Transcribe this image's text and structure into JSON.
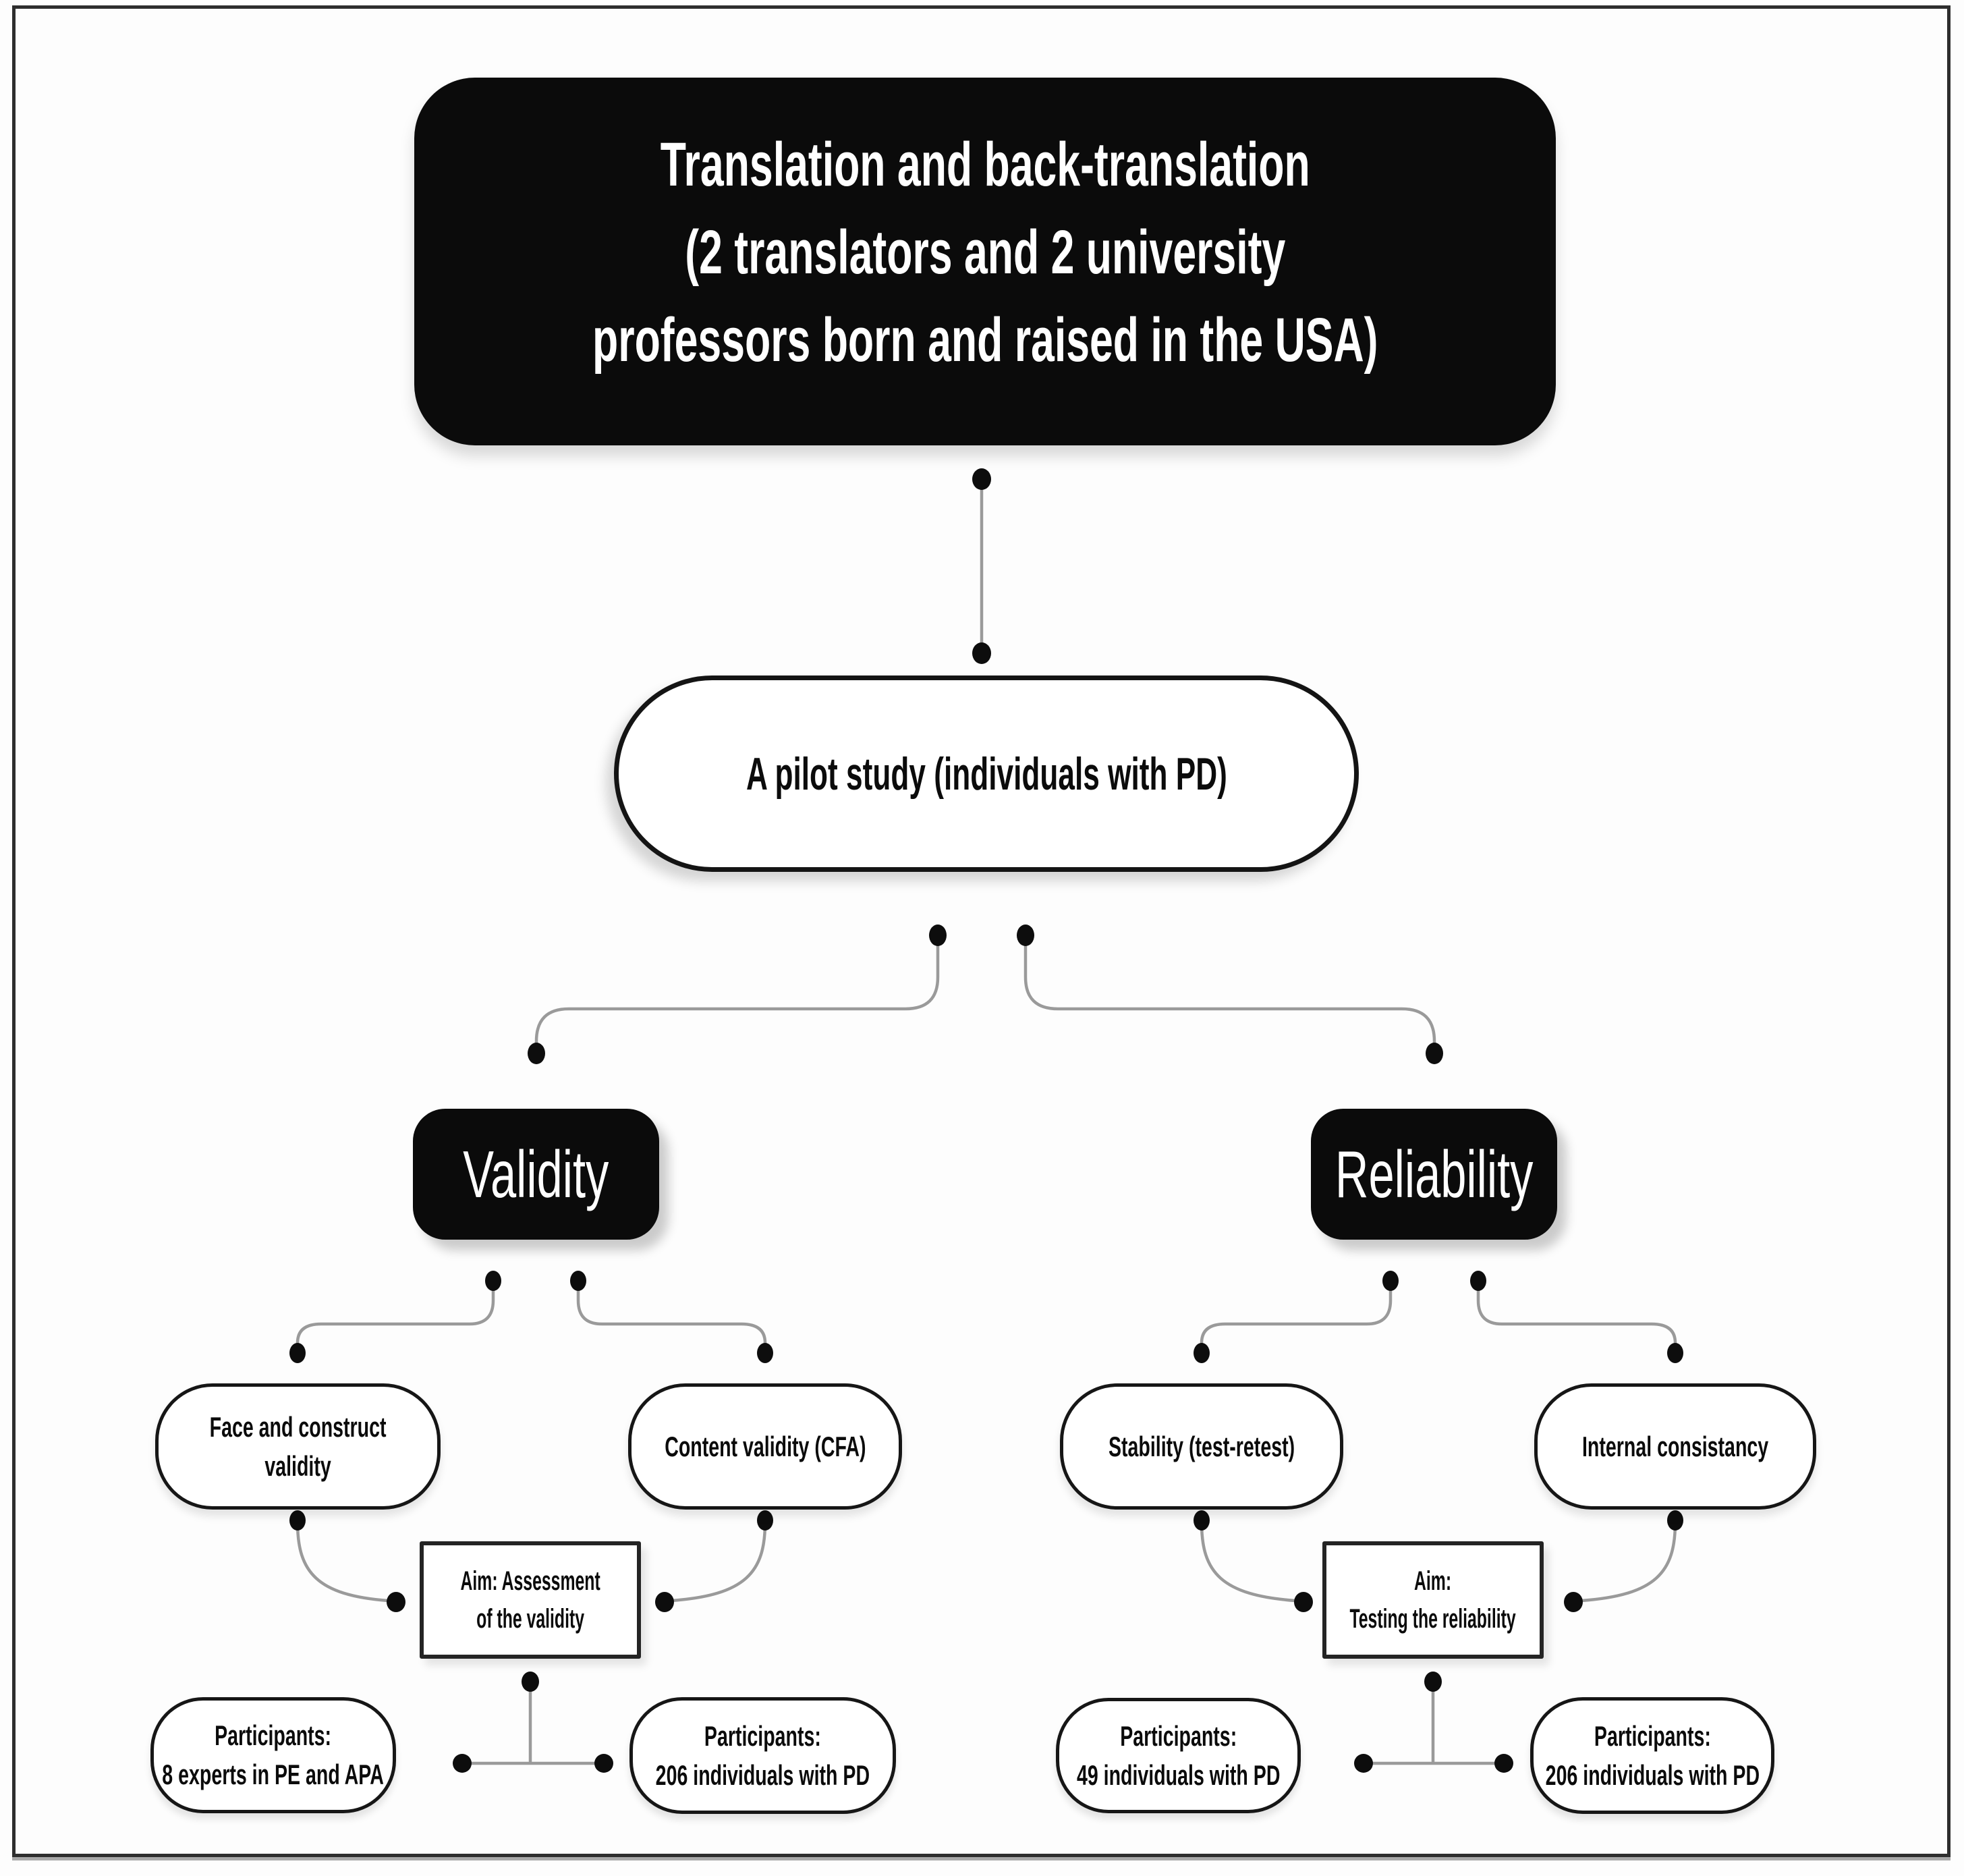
{
  "colors": {
    "background": "#fdfdfd",
    "frame_border": "#2e2e2e",
    "node_black": "#0b0b0b",
    "node_white": "#ffffff",
    "outline": "#161616",
    "wire_gray": "#9a9a9a",
    "dot_black": "#0d0d0d"
  },
  "flowchart": {
    "top": {
      "text": "Translation and back-translation\n(2 translators and 2 university\nprofessors born and raised in the USA)"
    },
    "pilot": {
      "text": "A pilot study (individuals with PD)"
    },
    "validity": {
      "label": "Validity",
      "face_construct": {
        "text": "Face and construct\nvalidity"
      },
      "content_validity": {
        "text": "Content validity (CFA)"
      },
      "aim": {
        "text": "Aim: Assessment\nof the validity"
      },
      "participants_experts": {
        "text": "Participants:\n8 experts in PE and APA"
      },
      "participants_individuals": {
        "text": "Participants:\n206 individuals with PD"
      }
    },
    "reliability": {
      "label": "Reliability",
      "stability": {
        "text": "Stability (test-retest)"
      },
      "internal_consistency": {
        "text": "Internal consistancy"
      },
      "aim": {
        "text": "Aim:\nTesting the reliability"
      },
      "participants_retest": {
        "text": "Participants:\n49 individuals with PD"
      },
      "participants_individuals": {
        "text": "Participants:\n206 individuals with PD"
      }
    }
  }
}
